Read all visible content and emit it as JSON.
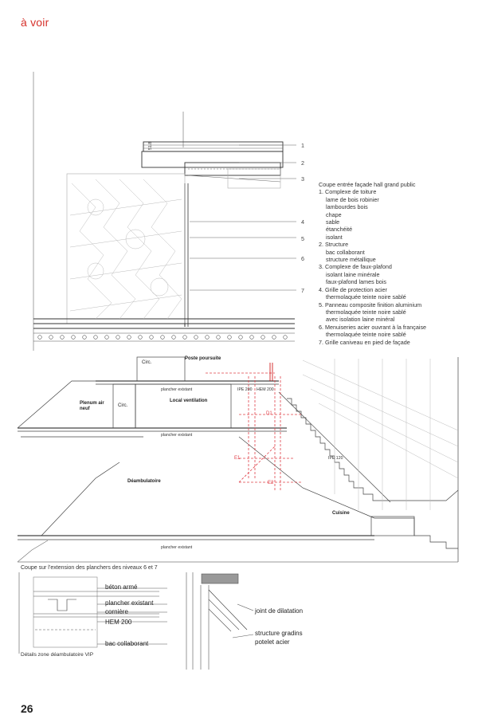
{
  "header": {
    "section_title": "à voir"
  },
  "page_number": "26",
  "section1": {
    "caption_title": "Coupe entrée façade hall grand public",
    "items": [
      {
        "num": "1",
        "title": "Complexe de toiture",
        "sub": [
          "lame de bois robinier",
          "lambourdes bois",
          "chape",
          "sable",
          "étanchéité",
          "isolant"
        ]
      },
      {
        "num": "2",
        "title": "Structure",
        "sub": [
          "bac collaborant",
          "structure métallique"
        ]
      },
      {
        "num": "3",
        "title": "Complexe de faux-plafond",
        "sub": [
          "isolant laine minérale",
          "faux-plafond lames bois"
        ]
      },
      {
        "num": "4",
        "title": "Grille de protection acier",
        "sub": [
          "thermolaquée teinte noire sablé"
        ]
      },
      {
        "num": "5",
        "title": "Panneau composite finition aluminium",
        "sub": [
          "thermolaquée teinte noire sablé",
          "avec isolation laine minéral"
        ]
      },
      {
        "num": "6",
        "title": "Menuiseries acier ouvrant à la française",
        "sub": [
          "thermolaquée teinte noire sablé"
        ]
      },
      {
        "num": "7",
        "title": "Grille caniveau en pied de façade",
        "sub": []
      }
    ],
    "callouts": [
      "1",
      "2",
      "3",
      "4",
      "5",
      "6",
      "7"
    ]
  },
  "section2": {
    "caption": "Coupe sur l’extension des planchers des niveaux 6 et 7",
    "labels": {
      "circ_top": "Circ.",
      "poste": "Poste poursuite",
      "plenum": "Plenum air neuf",
      "circ_mid": "Circ.",
      "local": "Local ventilation",
      "deambulatoire": "Déambulatoire",
      "cuisine": "Cuisine",
      "plancher1": "plancher existant",
      "plancher2": "plancher existant",
      "plancher3": "plancher existant",
      "ipe200": "IPE 200",
      "hem200": "HEM 200",
      "ipe120": "IPE 120",
      "e1": "E1",
      "e2": "E2",
      "d1": "D1"
    }
  },
  "section3": {
    "legend_left": [
      "béton armé",
      "plancher existant",
      "cornière",
      "HEM 200",
      "bac collaborant"
    ],
    "legend_right": [
      "joint de dilatation",
      "structure gradins",
      "potelet acier"
    ],
    "caption": "Détails zone déambulatoire VIP"
  },
  "colors": {
    "accent": "#d6312b",
    "dash": "#e0414a",
    "line": "#444444"
  }
}
